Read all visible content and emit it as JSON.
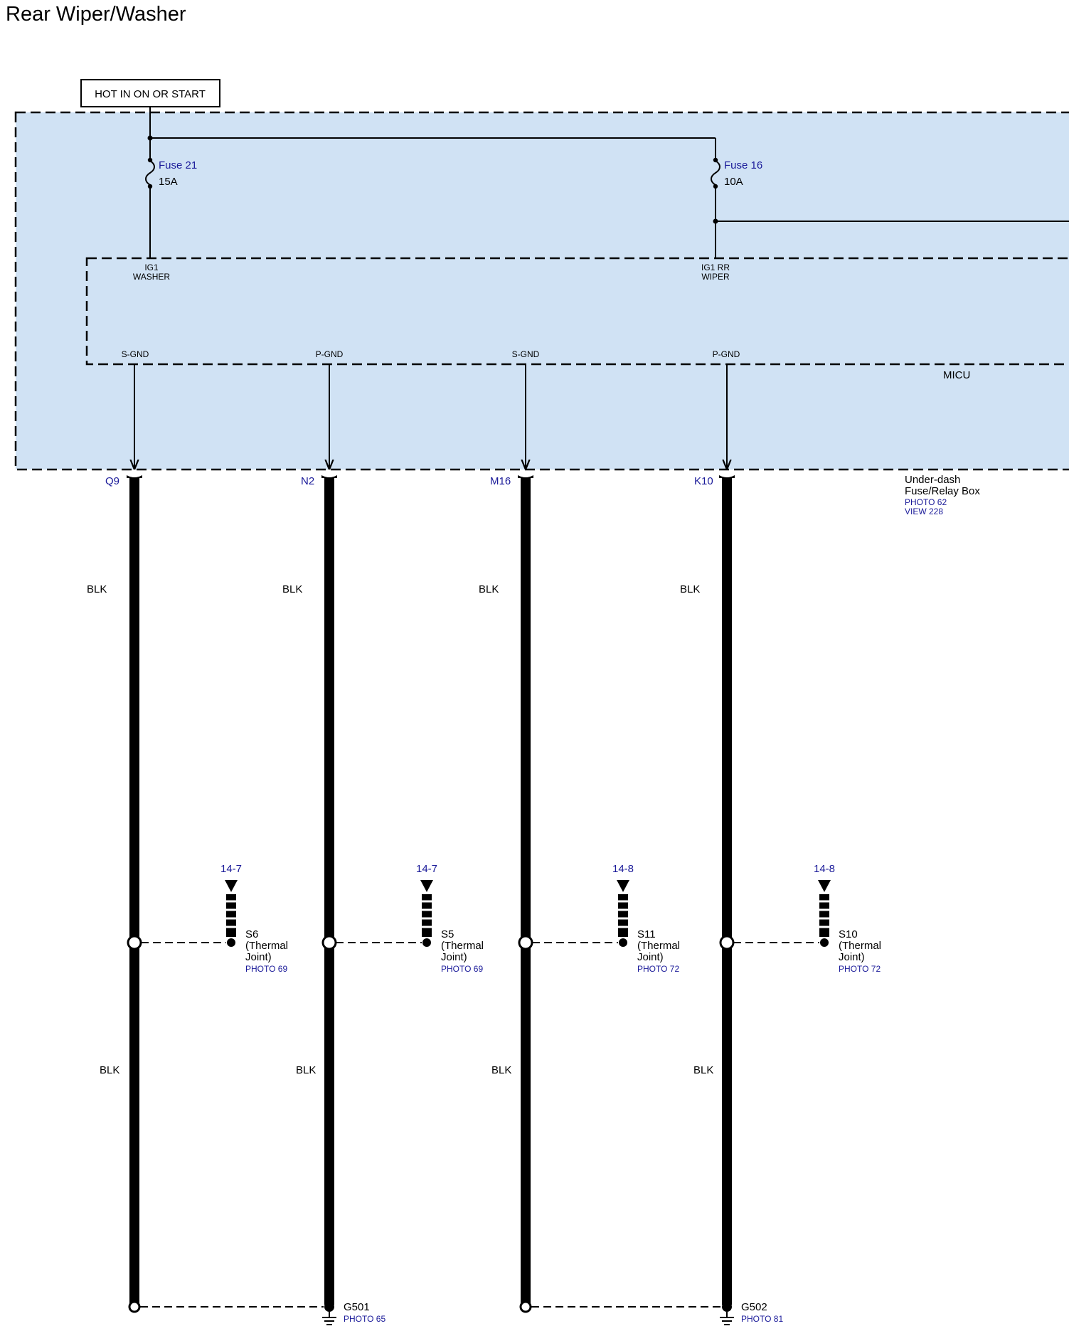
{
  "title": "Rear Wiper/Washer",
  "power_label": "HOT IN ON OR START",
  "fuses": [
    {
      "name": "Fuse 21",
      "rating": "15A"
    },
    {
      "name": "Fuse 16",
      "rating": "10A"
    }
  ],
  "micu_inputs": [
    {
      "line1": "IG1",
      "line2": "WASHER"
    },
    {
      "line1": "IG1 RR",
      "line2": "WIPER"
    }
  ],
  "micu_label": "MICU",
  "ground_pins": [
    "S-GND",
    "P-GND",
    "S-GND",
    "P-GND"
  ],
  "connectors": [
    "Q9",
    "N2",
    "M16",
    "K10"
  ],
  "fuse_box": {
    "line1": "Under-dash",
    "line2": "Fuse/Relay Box",
    "photo": "PHOTO 62",
    "view": "VIEW 228"
  },
  "wire_color_upper": "BLK",
  "wire_color_lower": "BLK",
  "thermal_joints": [
    {
      "ref": "14-7",
      "name": "S6",
      "desc1": "(Thermal",
      "desc2": "Joint)",
      "photo": "PHOTO 69"
    },
    {
      "ref": "14-7",
      "name": "S5",
      "desc1": "(Thermal",
      "desc2": "Joint)",
      "photo": "PHOTO 69"
    },
    {
      "ref": "14-8",
      "name": "S11",
      "desc1": "(Thermal",
      "desc2": "Joint)",
      "photo": "PHOTO 72"
    },
    {
      "ref": "14-8",
      "name": "S10",
      "desc1": "(Thermal",
      "desc2": "Joint)",
      "photo": "PHOTO 72"
    }
  ],
  "grounds": [
    {
      "name": "G501",
      "photo": "PHOTO 65"
    },
    {
      "name": "G502",
      "photo": "PHOTO 81"
    }
  ],
  "colors": {
    "box_fill": "#d0e2f4",
    "link_text": "#1a1a99",
    "wire": "#000000"
  }
}
